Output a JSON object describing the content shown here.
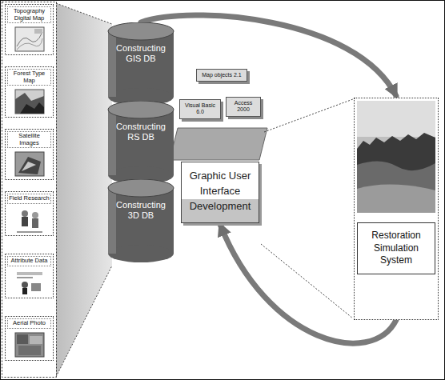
{
  "diagram": {
    "nodes": [
      {
        "text": [
          "Topography Digital Map"
        ]
      },
      {
        "text": [
          "Forest Type Map"
        ]
      },
      {
        "text": [
          "Satellite Images"
        ]
      },
      {
        "text": [
          "Field Research"
        ]
      },
      {
        "text": [
          "Attribute Data"
        ]
      },
      {
        "text": [
          "Aerial Photo"
        ]
      },
      {
        "text": [
          "Constructing GIS DB"
        ]
      },
      {
        "text": [
          "Constructing RS DB"
        ]
      },
      {
        "text": [
          "Constructing 3D DB"
        ]
      },
      {
        "text": [
          "Map objects 2.1"
        ]
      },
      {
        "text": [
          "Visual Basic 6.0"
        ]
      },
      {
        "text": [
          "Access 2000"
        ]
      },
      {
        "text": [
          "Graphic User Interface Development"
        ]
      },
      {
        "text": [
          "Restoration Simulation System"
        ]
      }
    ],
    "edges": [
      {
        "from": 6,
        "to": 13,
        "arrow": "to"
      },
      {
        "from": 13,
        "to": 12,
        "arrow": "to"
      }
    ]
  }
}
